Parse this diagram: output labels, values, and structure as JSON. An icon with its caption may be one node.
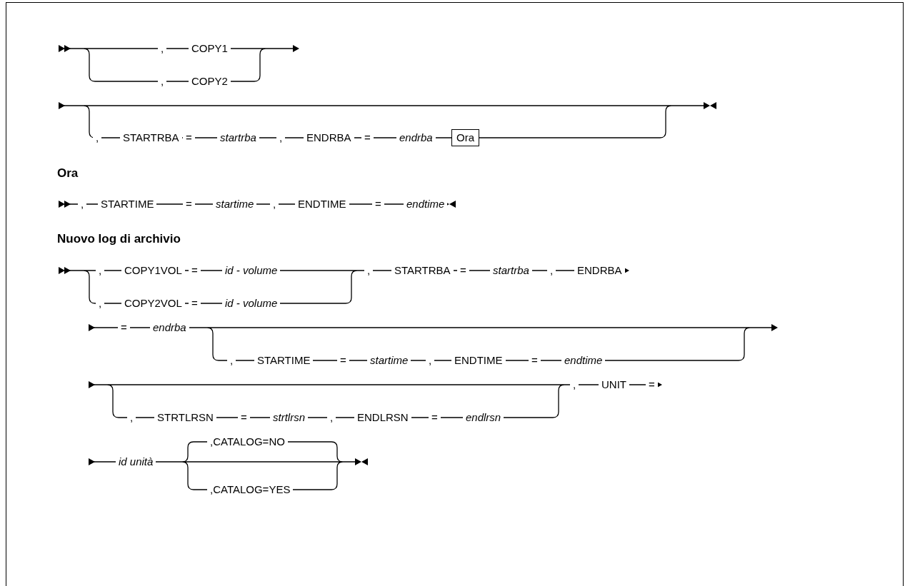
{
  "diagram": {
    "nodes": [
      {
        "text": [
          "Ora"
        ]
      }
    ],
    "labels": [
      ",",
      "COPY1",
      ",",
      "COPY2",
      ",",
      "STARTRBA",
      "=",
      "startrba",
      ",",
      "ENDRBA",
      "=",
      "endrba",
      "Ora",
      ",",
      "STARTIME",
      "=",
      "startime",
      ",",
      "ENDTIME",
      "=",
      "endtime",
      "Nuovo log di archivio",
      ",",
      "COPY1VOL",
      "=",
      "id - volume",
      ",",
      "STARTRBA",
      "=",
      "startrba",
      ",",
      "ENDRBA",
      ",",
      "COPY2VOL",
      "=",
      "id - volume",
      "=",
      "endrba",
      ",",
      "STARTIME",
      "=",
      "startime",
      ",",
      "ENDTIME",
      "=",
      "endtime",
      ",",
      "UNIT",
      "=",
      ",",
      "STRTLRSN",
      "=",
      "strtlrsn",
      ",",
      "ENDLRSN",
      "=",
      "endlrsn",
      "id unità",
      ",CATALOG=NO",
      ",CATALOG=YES"
    ]
  }
}
